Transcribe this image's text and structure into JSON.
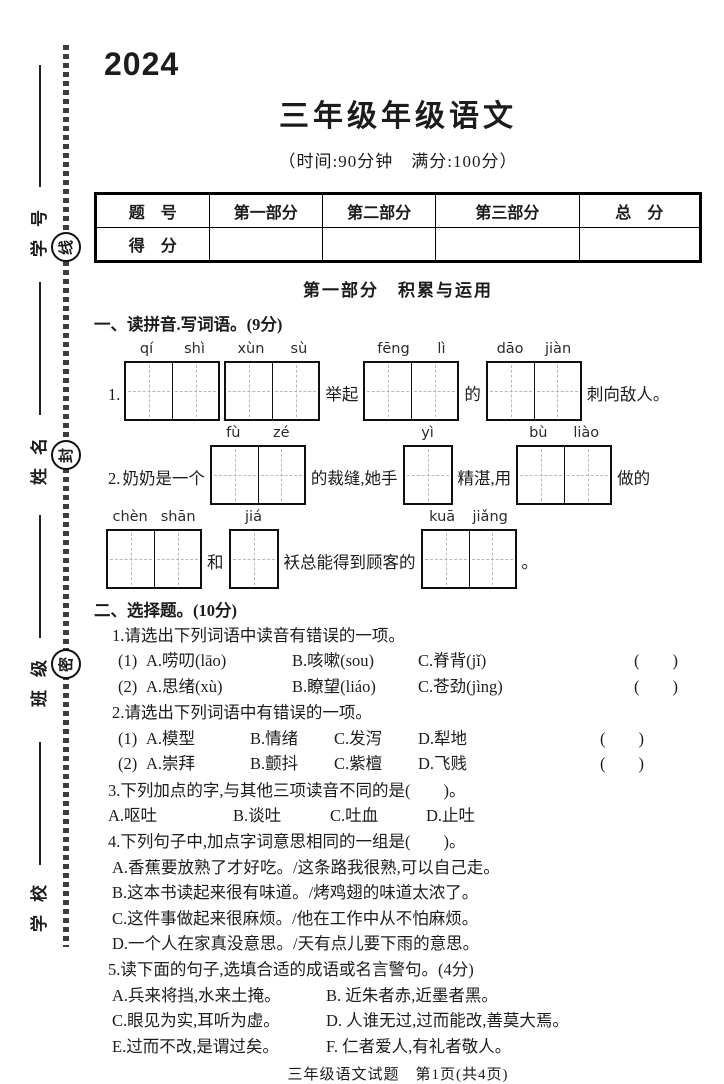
{
  "page": {
    "year": "2024",
    "title": "三年级年级语文",
    "subtitle": "（时间:90分钟　满分:100分）",
    "part1_heading": "第一部分　积累与运用",
    "footer": "三年级语文试题　第1页(共4页)"
  },
  "sidebar": {
    "field_labels": [
      "学号",
      "姓名",
      "班级",
      "学校"
    ],
    "seal_chars": [
      "线",
      "封",
      "密"
    ]
  },
  "score_table": {
    "row1_label": "题　号",
    "columns": [
      "第一部分",
      "第二部分",
      "第三部分",
      "总　分"
    ],
    "row2_label": "得　分"
  },
  "sec1": {
    "title": "一、读拼音.写词语。(9分)",
    "line1": {
      "num": "1.",
      "box1_py": [
        "qí",
        "shì"
      ],
      "box2_py": [
        "xùn",
        "sù"
      ],
      "t1": "举起",
      "box3_py": [
        "fēng",
        "lì"
      ],
      "t2": "的",
      "box4_py": [
        "dāo",
        "jiàn"
      ],
      "t3": "刺向敌人。"
    },
    "line2": {
      "num": "2.",
      "lead": "奶奶是一个",
      "box1_py": [
        "fù",
        "zé"
      ],
      "t1": "的裁缝,她手",
      "box2_py": [
        "yì"
      ],
      "t2": "精湛,用",
      "box3_py": [
        "bù",
        "liào"
      ],
      "t3": "做的"
    },
    "line3": {
      "box1_py": [
        "chèn",
        "shān"
      ],
      "t1": "和",
      "box2_py": [
        "jiá"
      ],
      "t2": "袄总能得到顾客的",
      "box3_py": [
        "kuā",
        "jiǎng"
      ],
      "t3": "。"
    }
  },
  "sec2": {
    "title": "二、选择题。(10分)",
    "q1": {
      "stem": "1.请选出下列词语中读音有错误的一项。",
      "rows": [
        {
          "label": "(1)",
          "a": "A.唠叨(lāo)",
          "b": "B.咳嗽(sou)",
          "c": "C.脊背(jǐ)",
          "blank": "(　　)"
        },
        {
          "label": "(2)",
          "a": "A.思绪(xù)",
          "b": "B.瞭望(liáo)",
          "c": "C.苍劲(jìng)",
          "blank": "(　　)"
        }
      ]
    },
    "q2": {
      "stem": "2.请选出下列词语中有错误的一项。",
      "rows": [
        {
          "label": "(1)",
          "a": "A.模型",
          "b": "B.情绪",
          "c": "C.发泻",
          "d": "D.犁地",
          "blank": "(　　)"
        },
        {
          "label": "(2)",
          "a": "A.崇拜",
          "b": "B.颤抖",
          "c": "C.紫檀",
          "d": "D.飞贱",
          "blank": "(　　)"
        }
      ]
    },
    "q3": {
      "stem": "3.下列加点的字,与其他三项读音不同的是(　　)。",
      "opts": [
        "A.呕吐",
        "B.谈吐",
        "C.吐血",
        "D.止吐"
      ]
    },
    "q4": {
      "stem": "4.下列句子中,加点字词意思相同的一组是(　　)。",
      "opts": [
        "A.香蕉要放熟了才好吃。/这条路我很熟,可以自己走。",
        "B.这本书读起来很有味道。/烤鸡翅的味道太浓了。",
        "C.这件事做起来很麻烦。/他在工作中从不怕麻烦。",
        "D.一个人在家真没意思。/天有点儿要下雨的意思。"
      ]
    },
    "q5": {
      "stem": "5.读下面的句子,选填合适的成语或名言警句。(4分)",
      "rows": [
        {
          "left": "A.兵来将挡,水来土掩。",
          "right": "B. 近朱者赤,近墨者黑。"
        },
        {
          "left": "C.眼见为实,耳听为虚。",
          "right": "D. 人谁无过,过而能改,善莫大焉。"
        },
        {
          "left": "E.过而不改,是谓过矣。",
          "right": "F. 仁者爱人,有礼者敬人。"
        }
      ]
    }
  }
}
